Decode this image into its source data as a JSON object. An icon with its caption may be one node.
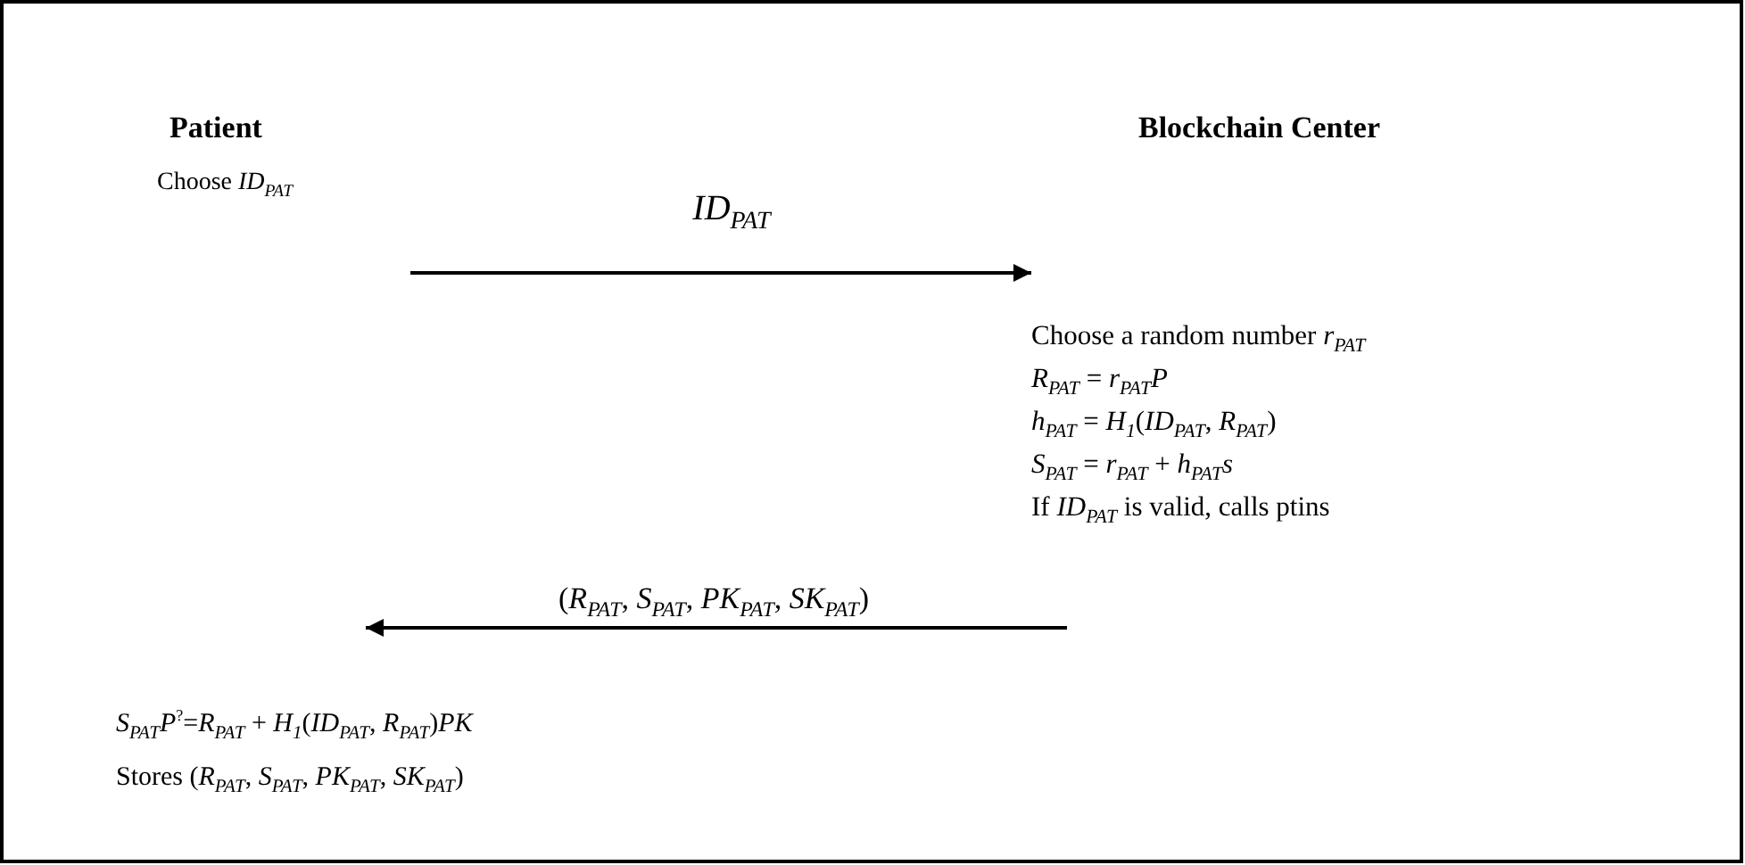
{
  "diagram": {
    "nodes": [
      {
        "text": [
          "Patient"
        ]
      },
      {
        "text": [
          "Blockchain Center"
        ]
      },
      {
        "text": [
          "Choose *ID*$_{PAT}$"
        ]
      },
      {
        "text": [
          "Choose a random number *r*$_{PAT}$",
          "*R*$_{PAT}$ = *r*$_{PAT}$*P*",
          "*h*$_{PAT}$ = *H*$_{1}$(*ID*$_{PAT}$, *R*$_{PAT}$)",
          "*S*$_{PAT}$ = *r*$_{PAT}$ + *h*$_{PAT}$*s*",
          "If *ID*$_{PAT}$ is valid, calls ptins"
        ]
      },
      {
        "text": [
          "*S*$_{PAT}$*P*$^{?}$=*R*$_{PAT}$ + *H*$_{1}$(*ID*$_{PAT}$, *R*$_{PAT}$)*PK*",
          "Stores (*R*$_{PAT}$, *S*$_{PAT}$, *PK*$_{PAT}$, *SK*$_{PAT}$)"
        ]
      }
    ],
    "edges": [
      {
        "from": 2,
        "to": 3,
        "arrow": "to",
        "label": "*ID*$_{PAT}$"
      },
      {
        "from": 3,
        "to": 4,
        "arrow": "to",
        "label": "(*R*$_{PAT}$, *S*$_{PAT}$, *PK*$_{PAT}$, *SK*$_{PAT}$)"
      }
    ]
  }
}
